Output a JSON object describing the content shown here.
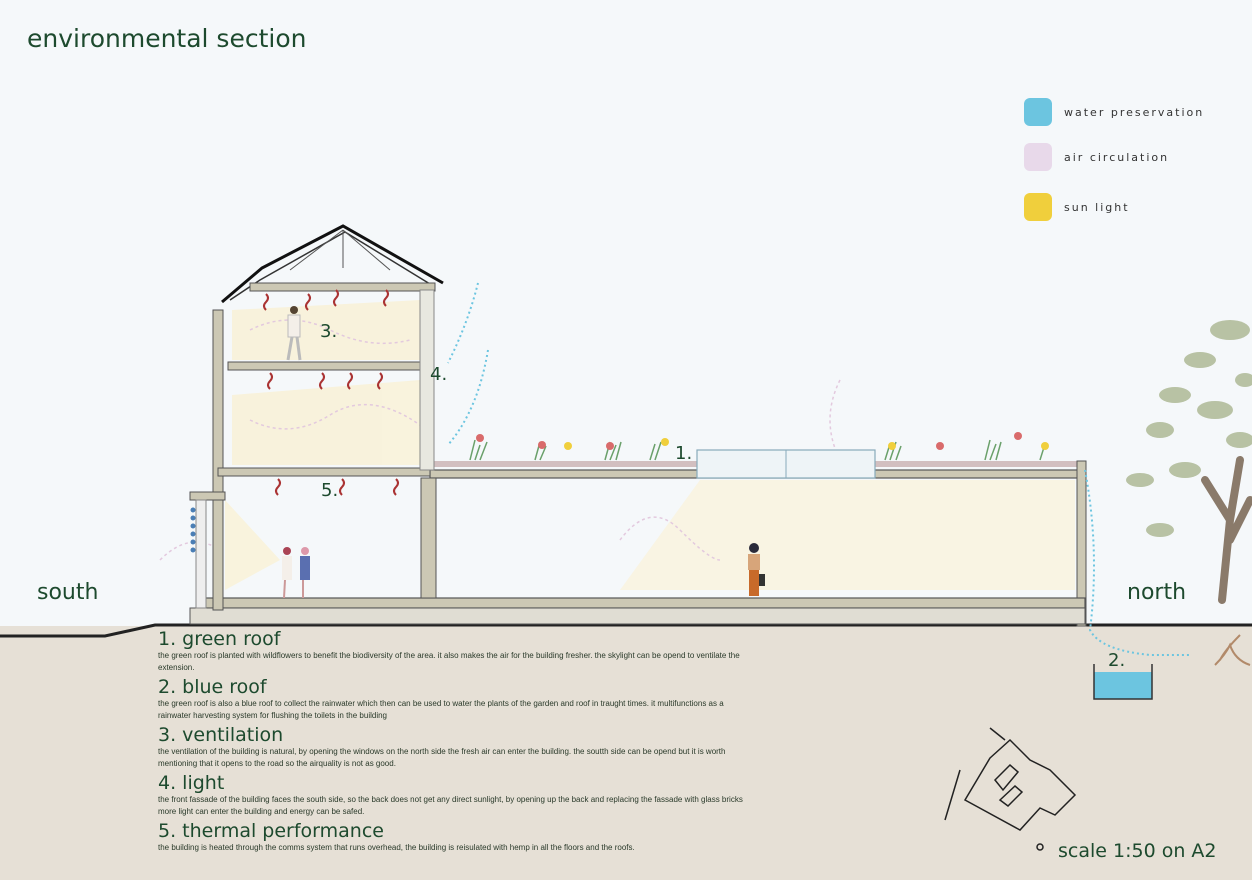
{
  "title": "environmental section",
  "legend": [
    {
      "label": "water preservation",
      "color": "#6cc5e0"
    },
    {
      "label": "air circulation",
      "color": "#e8d9ea"
    },
    {
      "label": "sun light",
      "color": "#f0cf3c"
    }
  ],
  "directions": {
    "south": "south",
    "north": "north"
  },
  "markers": {
    "m1": "1.",
    "m2": "2.",
    "m3": "3.",
    "m4": "4.",
    "m5": "5."
  },
  "notes": [
    {
      "heading": "1. green roof",
      "text": "the green roof is planted with wildflowers to benefit the biodiversity of the area. it also makes the air for the building fresher. the skylight can be opend to ventilate the extension."
    },
    {
      "heading": "2. blue roof",
      "text": "the green roof is also a blue roof to collect the rainwater which then can be used to water the plants of the garden and roof in traught times. it multifunctions as a rainwater harvesting system for flushing the toilets in the building"
    },
    {
      "heading": "3. ventilation",
      "text": "the ventilation of the building is natural, by opening the windows on the north side the fresh air can enter the building. the soutth side can be opend but it is worth mentioning that it opens to the road so the airquality is not as good."
    },
    {
      "heading": "4. light",
      "text": "the front fassade of the building faces the south side, so the back does not get any direct sunlight, by opening up the back and replacing the fassade with glass bricks more light can enter the building and energy can be safed."
    },
    {
      "heading": "5. thermal performance",
      "text": "the building is heated through the comms system that runs overhead, the building is reisulated with hemp in all the floors and the roofs."
    }
  ],
  "scale": "scale 1:50 on A2"
}
